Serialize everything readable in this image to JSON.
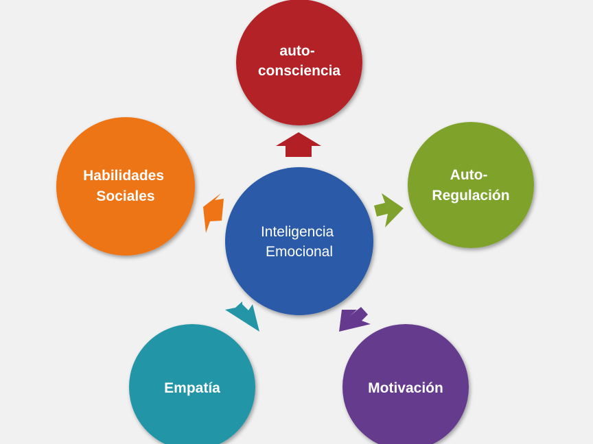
{
  "center": {
    "lines": [
      "Inteligencia",
      "Emocional"
    ],
    "color": "#2a5aa8"
  },
  "nodes": [
    {
      "id": "autoconsciencia",
      "lines": [
        "auto-",
        "consciencia"
      ],
      "color": "#b22026",
      "arrow_color": "#b22026"
    },
    {
      "id": "autoregulacion",
      "lines": [
        "Auto-",
        "Regulación"
      ],
      "color": "#7ea22c",
      "arrow_color": "#7ea22c"
    },
    {
      "id": "motivacion",
      "lines": [
        "Motivación"
      ],
      "color": "#653a8e",
      "arrow_color": "#653a8e"
    },
    {
      "id": "empatia",
      "lines": [
        "Empatía"
      ],
      "color": "#2395a6",
      "arrow_color": "#2395a6"
    },
    {
      "id": "habilidades-sociales",
      "lines": [
        "Habilidades",
        "Sociales"
      ],
      "color": "#ee7416",
      "arrow_color": "#ee7416"
    }
  ]
}
